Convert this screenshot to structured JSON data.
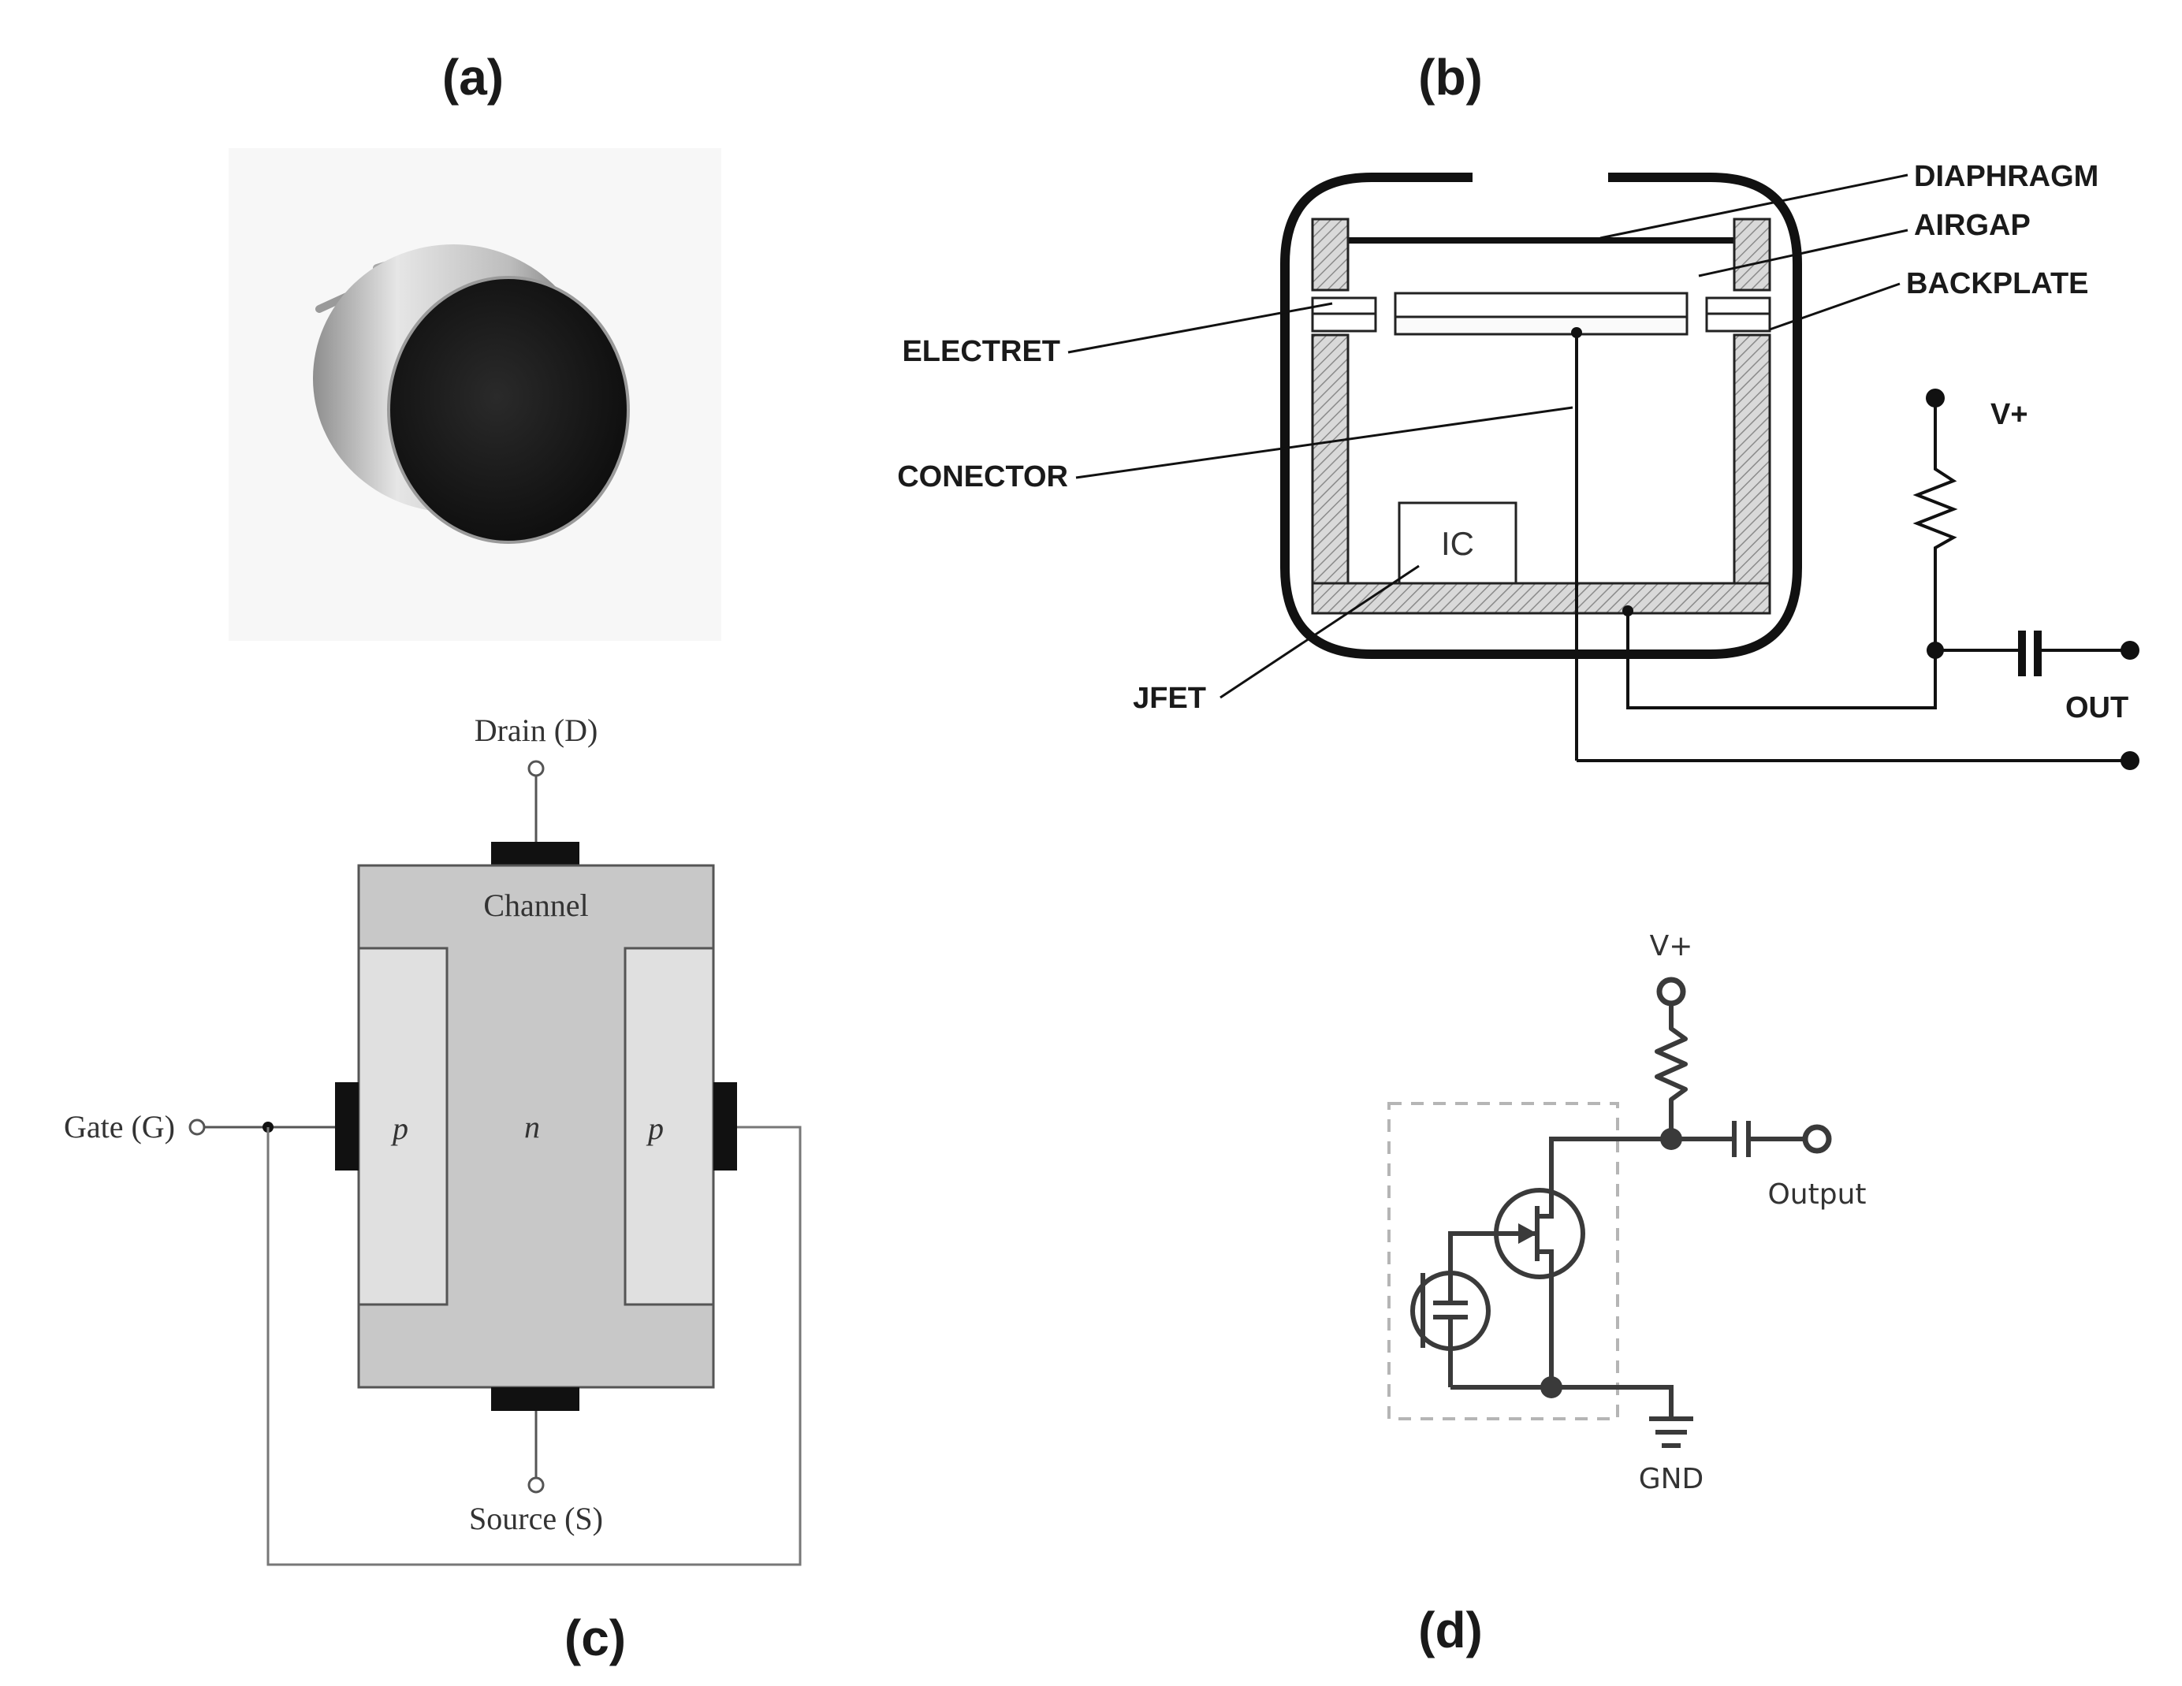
{
  "panels": {
    "a": {
      "label": "(a)"
    },
    "b": {
      "label": "(b)",
      "callouts": {
        "diaphragm": "DIAPHRAGM",
        "airgap": "AIRGAP",
        "backplate": "BACKPLATE",
        "electret": "ELECTRET",
        "conector": "CONECTOR",
        "jfet": "JFET",
        "vplus": "V+",
        "out": "OUT"
      },
      "ic": "IC"
    },
    "c": {
      "label": "(c)",
      "drain": "Drain (D)",
      "source": "Source (S)",
      "gate": "Gate (G)",
      "channel": "Channel",
      "p_left": "p",
      "n": "n",
      "p_right": "p"
    },
    "d": {
      "label": "(d)",
      "vplus": "V+",
      "output": "Output",
      "gnd": "GND"
    }
  },
  "colors": {
    "ink": "#1a1a1a",
    "hatch_fill": "#cfcfcf",
    "jfet_body": "#c8c8c8",
    "jfet_p_region": "#e0e0e0",
    "schematic_gray": "#3a3a3a",
    "dashed_box": "#b5b5b5"
  }
}
